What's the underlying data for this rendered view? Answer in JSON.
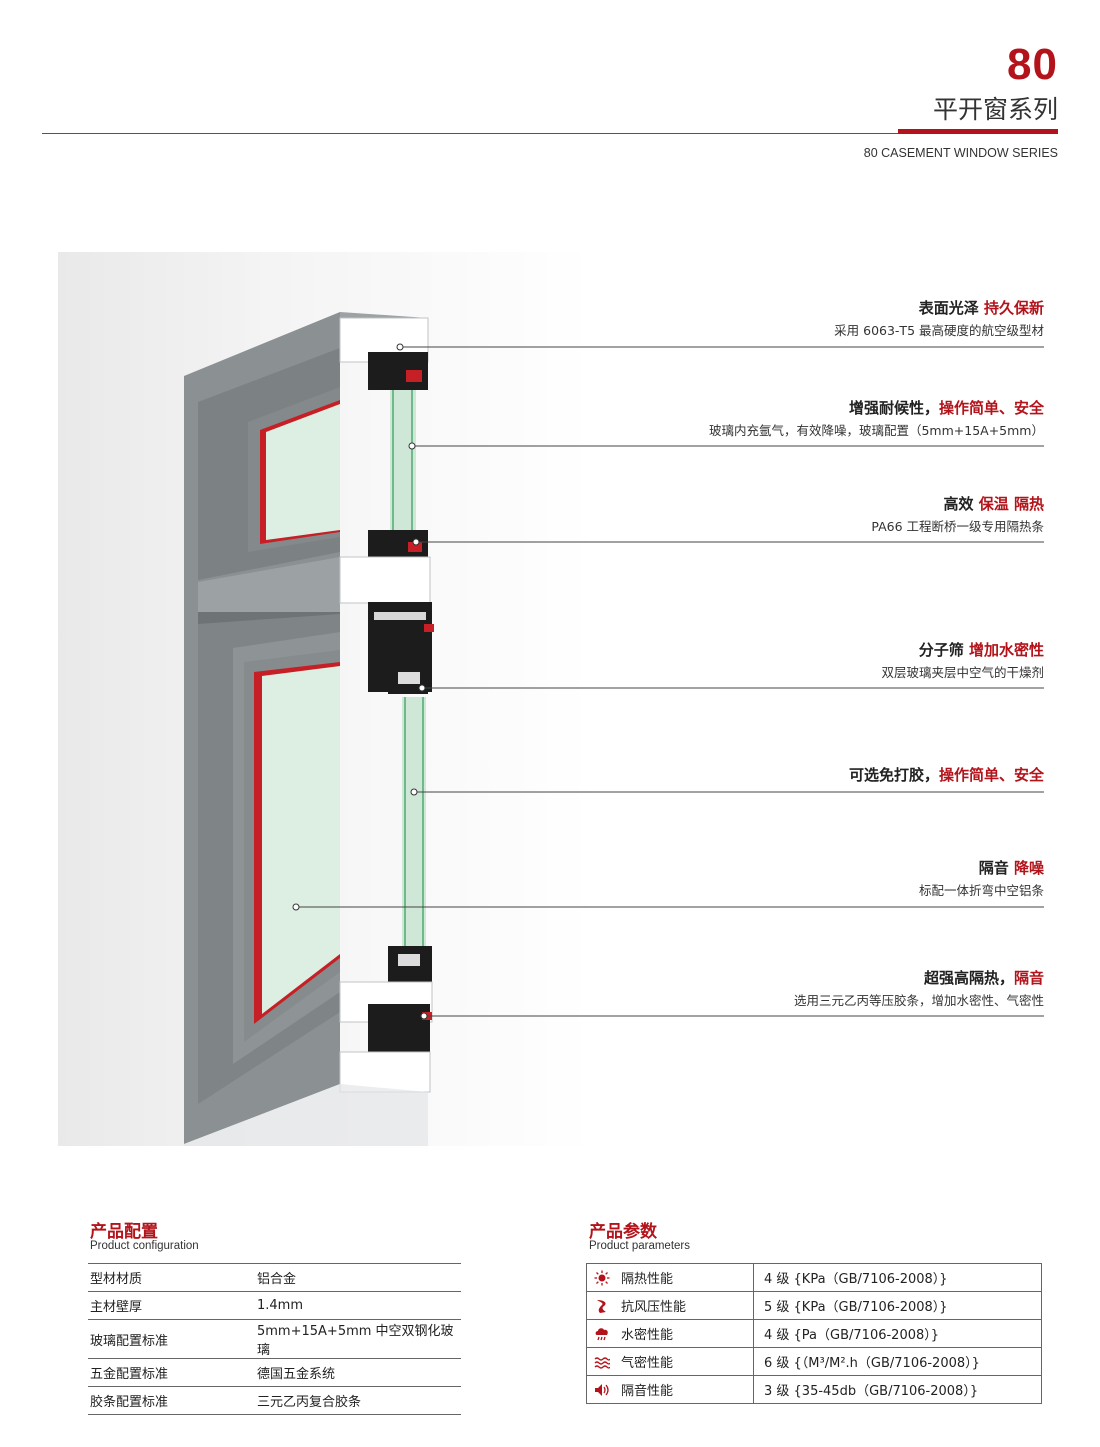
{
  "header": {
    "number": "80",
    "title_cn": "平开窗系列",
    "title_en": "80 CASEMENT WINDOW SERIES"
  },
  "features": [
    {
      "title_plain": "表面光泽",
      "title_red": "持久保新",
      "subtitle": "采用 6063-T5 最高硬度的航空级型材"
    },
    {
      "title_plain": "增强耐候性，",
      "title_red": "操作简单、安全",
      "subtitle": "玻璃内充氩气，有效降噪，玻璃配置（5mm+15A+5mm）"
    },
    {
      "title_plain": "高效",
      "title_red": "保温 隔热",
      "subtitle": "PA66 工程断桥一级专用隔热条"
    },
    {
      "title_plain": "分子筛",
      "title_red": "增加水密性",
      "subtitle": "双层玻璃夹层中空气的干燥剂"
    },
    {
      "title_plain": "可选免打胶，",
      "title_red": "操作简单、安全",
      "subtitle": ""
    },
    {
      "title_plain": "隔音",
      "title_red": "降噪",
      "subtitle": "标配一体折弯中空铝条"
    },
    {
      "title_plain": "超强高隔热，",
      "title_red": "隔音",
      "subtitle": "选用三元乙丙等压胶条，增加水密性、气密性"
    }
  ],
  "config": {
    "title": "产品配置",
    "subtitle": "Product configuration",
    "rows": [
      {
        "key": "型材材质",
        "value": "铝合金"
      },
      {
        "key": "主材壁厚",
        "value": "1.4mm"
      },
      {
        "key": "玻璃配置标准",
        "value": "5mm+15A+5mm 中空双钢化玻璃"
      },
      {
        "key": "五金配置标准",
        "value": "德国五金系统"
      },
      {
        "key": "胶条配置标准",
        "value": "三元乙丙复合胶条"
      }
    ]
  },
  "params": {
    "title": "产品参数",
    "subtitle": "Product parameters",
    "rows": [
      {
        "icon": "sun-icon",
        "name": "隔热性能",
        "value": "4 级 {KPa（GB/7106-2008）}"
      },
      {
        "icon": "wind-pressure-icon",
        "name": "抗风压性能",
        "value": "5 级 {KPa（GB/7106-2008）}"
      },
      {
        "icon": "rain-cloud-icon",
        "name": "水密性能",
        "value": "4 级 {Pa（GB/7106-2008）}"
      },
      {
        "icon": "air-waves-icon",
        "name": "气密性能",
        "value": "6 级 {（M³/M².h（GB/7106-2008）}"
      },
      {
        "icon": "speaker-icon",
        "name": "隔音性能",
        "value": "3 级 {35-45db（GB/7106-2008）}"
      }
    ]
  },
  "colors": {
    "accent": "#b3141b",
    "frame": "#8a8f91",
    "glass": "#dff1e4"
  }
}
